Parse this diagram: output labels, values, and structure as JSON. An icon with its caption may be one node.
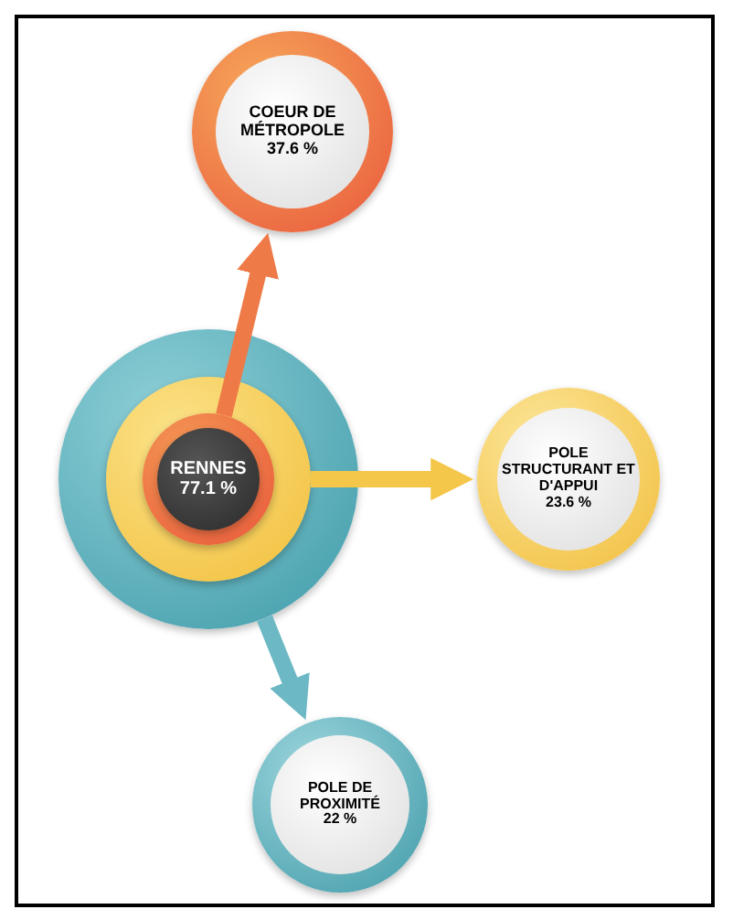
{
  "diagram": {
    "nodes": [
      {
        "text": [],
        "shape": "circle"
      },
      {
        "text": [],
        "shape": "circle",
        "in": 0
      },
      {
        "text": [],
        "shape": "circle",
        "in": 1
      },
      {
        "text": [
          "RENNES",
          "77.1 %"
        ],
        "in": 2
      },
      {
        "text": [
          "COEUR DE MÉTROPOLE",
          "37.6 %"
        ]
      },
      {
        "text": [
          "POLE STRUCTURANT ET D'APPUI",
          "23.6 %"
        ]
      },
      {
        "text": [
          "POLE DE PROXIMITÉ",
          "22 %"
        ]
      }
    ],
    "edges": [
      {
        "from": 2,
        "to": 4,
        "arrow": "to",
        "color": "#ee7a47"
      },
      {
        "from": 1,
        "to": 5,
        "arrow": "to",
        "color": "#f4c64a"
      },
      {
        "from": 0,
        "to": 6,
        "arrow": "to",
        "color": "#6cb8c4"
      }
    ]
  }
}
